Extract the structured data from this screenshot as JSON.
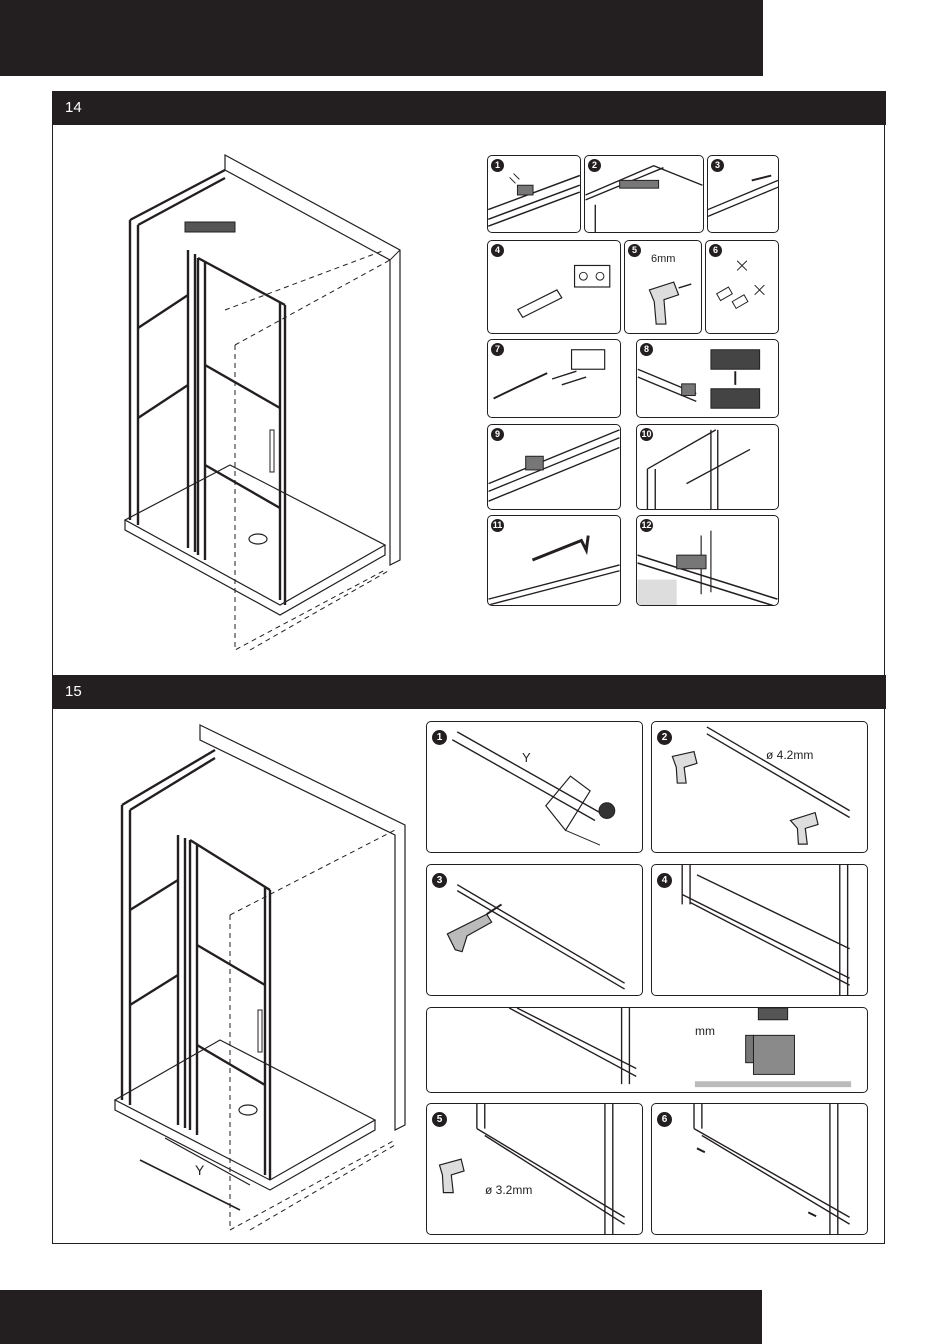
{
  "section_14": {
    "number": "14",
    "steps": [
      {
        "n": "1"
      },
      {
        "n": "2"
      },
      {
        "n": "3"
      },
      {
        "n": "4"
      },
      {
        "n": "5",
        "label": "6mm"
      },
      {
        "n": "6"
      },
      {
        "n": "7"
      },
      {
        "n": "8"
      },
      {
        "n": "9"
      },
      {
        "n": "10"
      },
      {
        "n": "11"
      },
      {
        "n": "12"
      }
    ]
  },
  "section_15": {
    "number": "15",
    "dimension_letter": "Y",
    "steps": [
      {
        "n": "1",
        "label": "Y"
      },
      {
        "n": "2",
        "label": "ø 4.2mm"
      },
      {
        "n": "3"
      },
      {
        "n": "4"
      },
      {
        "n": "",
        "label": "mm"
      },
      {
        "n": "5",
        "label": "ø 3.2mm"
      },
      {
        "n": "6"
      }
    ]
  },
  "colors": {
    "ink": "#231f20",
    "paper": "#ffffff",
    "grey_fill": "#8a8a8a"
  },
  "icons": [
    "drill-icon",
    "screwdriver-icon",
    "allen-key-icon",
    "sealant-gun-icon",
    "tape-measure-icon",
    "wall-plug-icon",
    "screw-icon"
  ]
}
